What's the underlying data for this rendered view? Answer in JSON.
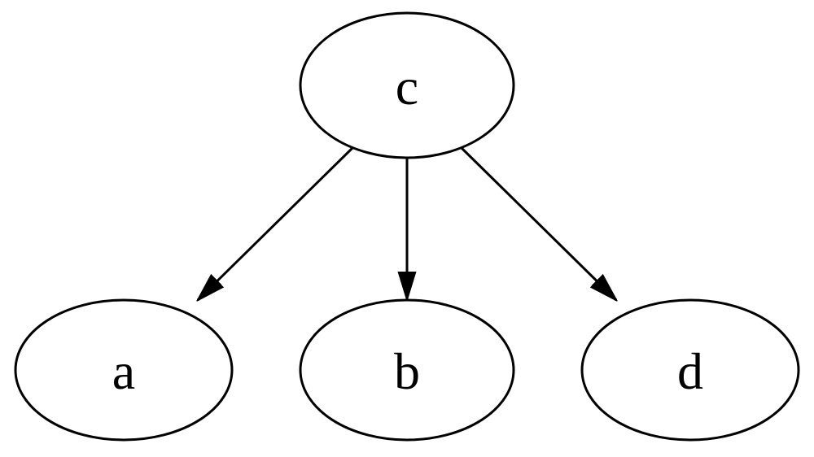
{
  "diagram": {
    "type": "directed-graph",
    "nodes": [
      {
        "id": "c",
        "label": "c",
        "role": "root"
      },
      {
        "id": "a",
        "label": "a",
        "role": "leaf"
      },
      {
        "id": "b",
        "label": "b",
        "role": "leaf"
      },
      {
        "id": "d",
        "label": "d",
        "role": "leaf"
      }
    ],
    "edges": [
      {
        "from": "c",
        "to": "a",
        "directed": true
      },
      {
        "from": "c",
        "to": "b",
        "directed": true
      },
      {
        "from": "c",
        "to": "d",
        "directed": true
      }
    ],
    "colors": {
      "node_fill": "#ffffff",
      "node_stroke": "#000000",
      "edge_stroke": "#000000",
      "label_color": "#000000",
      "background": "#ffffff"
    }
  }
}
